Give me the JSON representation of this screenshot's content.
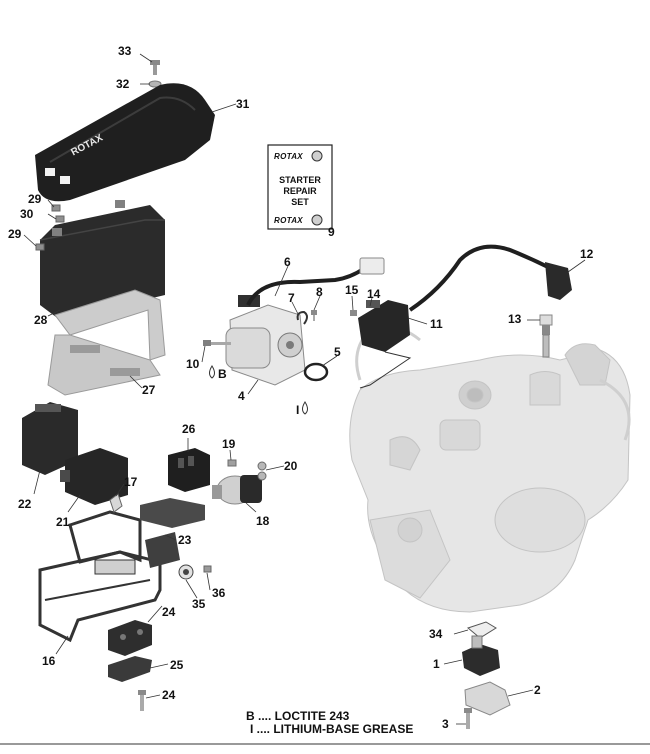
{
  "callouts": {
    "p1": "1",
    "p2": "2",
    "p3": "3",
    "p4": "4",
    "p5": "5",
    "p6": "6",
    "p7": "7",
    "p8": "8",
    "p9": "9",
    "p10": "10",
    "p11": "11",
    "p12": "12",
    "p13": "13",
    "p14": "14",
    "p15": "15",
    "p16": "16",
    "p17": "17",
    "p18": "18",
    "p19": "19",
    "p20": "20",
    "p21": "21",
    "p22": "22",
    "p23": "23",
    "p24a": "24",
    "p24b": "24",
    "p25": "25",
    "p26": "26",
    "p27": "27",
    "p28": "28",
    "p29a": "29",
    "p29b": "29",
    "p30": "30",
    "p31": "31",
    "p32": "32",
    "p33": "33",
    "p34": "34",
    "p35": "35",
    "p36": "36"
  },
  "markers": {
    "b": "B",
    "i": "I"
  },
  "kit": {
    "logo_top": "ROTAX",
    "logo_bottom": "ROTAX",
    "title_1": "STARTER",
    "title_2": "REPAIR",
    "title_3": "SET"
  },
  "cover_logo": "ROTAX",
  "legend": {
    "b": "B .... LOCTITE 243",
    "i": "I .... LITHIUM-BASE GREASE"
  }
}
